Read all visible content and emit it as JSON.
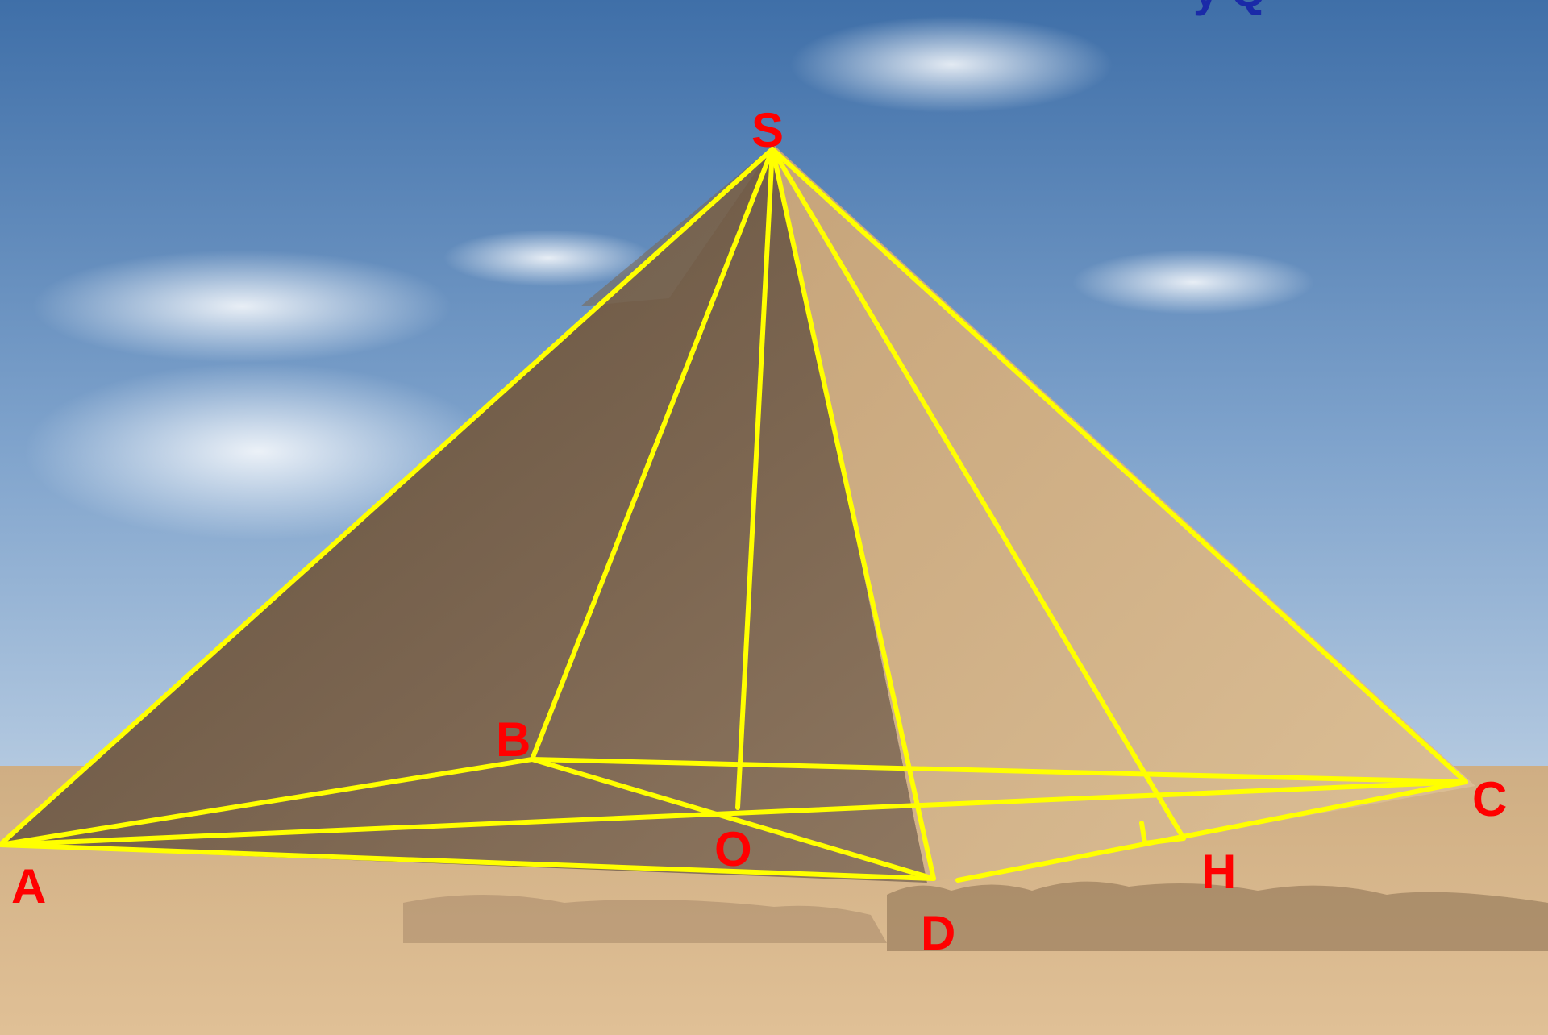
{
  "photo": {
    "subject": "pyramid-photo",
    "sky_top_color": "#3f6fa8",
    "sky_bottom_color": "#b9cde2",
    "stone_shadow_color": "#6e5a45",
    "stone_light_color": "#d2b48c",
    "sand_color": "#d8b688"
  },
  "overlay": {
    "line_color": "#ffff00",
    "label_color": "#ff0000"
  },
  "vertices": {
    "S": {
      "label": "S"
    },
    "A": {
      "label": "A"
    },
    "B": {
      "label": "B"
    },
    "C": {
      "label": "C"
    },
    "D": {
      "label": "D"
    },
    "O": {
      "label": "O"
    },
    "H": {
      "label": "H"
    }
  },
  "top_cut_text": "y Q"
}
